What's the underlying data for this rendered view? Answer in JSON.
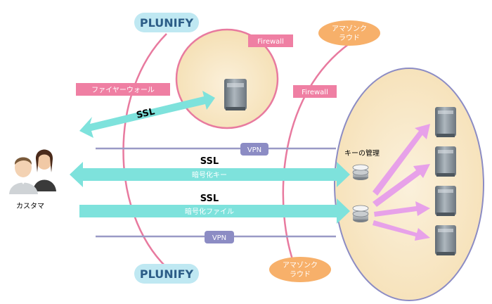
{
  "labels": {
    "plunify_top": "PLUNIFY",
    "plunify_bottom": "PLUNIFY",
    "amazon_cloud_top": [
      "アマゾンク",
      "ラウド"
    ],
    "amazon_cloud_bottom": [
      "アマゾンク",
      "ラウド"
    ],
    "firewall_plunify": "Firewall",
    "firewall_amazon": "Firewall",
    "firewall_customer": "ファイヤーウォール",
    "ssl_top": "SSL",
    "ssl_middle": "SSL",
    "ssl_bottom": "SSL",
    "encrypted_key": "暗号化キー",
    "encrypted_file": "暗号化ファイル",
    "vpn_top": "VPN",
    "vpn_bottom": "VPN",
    "key_management": "キーの管理",
    "customer": "カスタマ"
  },
  "colors": {
    "pink_line": "#e87a9f",
    "pink_badge": "#ef7fa3",
    "orange_badge": "#f7b06a",
    "cyan_arrow": "#7ee2dc",
    "vpn_line": "#9a9ac6",
    "vpn_badge": "#8c8cc4",
    "cloud_fill": "#f9e9c9",
    "plunify_badge": "#bfe8f2",
    "arrow_violet": "#e7a1e9"
  }
}
